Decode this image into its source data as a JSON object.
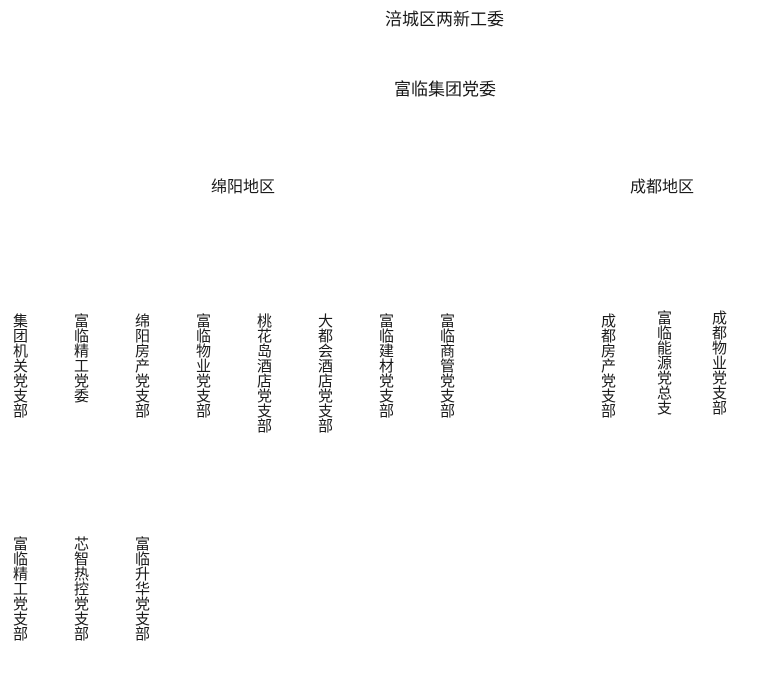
{
  "org_chart": {
    "root": {
      "label": "涪城区两新工委"
    },
    "group": {
      "label": "富临集团党委"
    },
    "regions": [
      {
        "label": "绵阳地区"
      },
      {
        "label": "成都地区"
      }
    ],
    "mianyang_units": [
      {
        "label": "集团机关党支部"
      },
      {
        "label": "富临精工党委"
      },
      {
        "label": "绵阳房产党支部"
      },
      {
        "label": "富临物业党支部"
      },
      {
        "label": "桃花岛酒店党支部"
      },
      {
        "label": "大都会酒店党支部"
      },
      {
        "label": "富临建材党支部"
      },
      {
        "label": "富临商管党支部"
      }
    ],
    "chengdu_units": [
      {
        "label": "成都房产党支部"
      },
      {
        "label": "富临能源党总支"
      },
      {
        "label": "成都物业党支部"
      }
    ],
    "sub_units": [
      {
        "label": "富临精工党支部"
      },
      {
        "label": "芯智热控党支部"
      },
      {
        "label": "富临升华党支部"
      }
    ]
  }
}
